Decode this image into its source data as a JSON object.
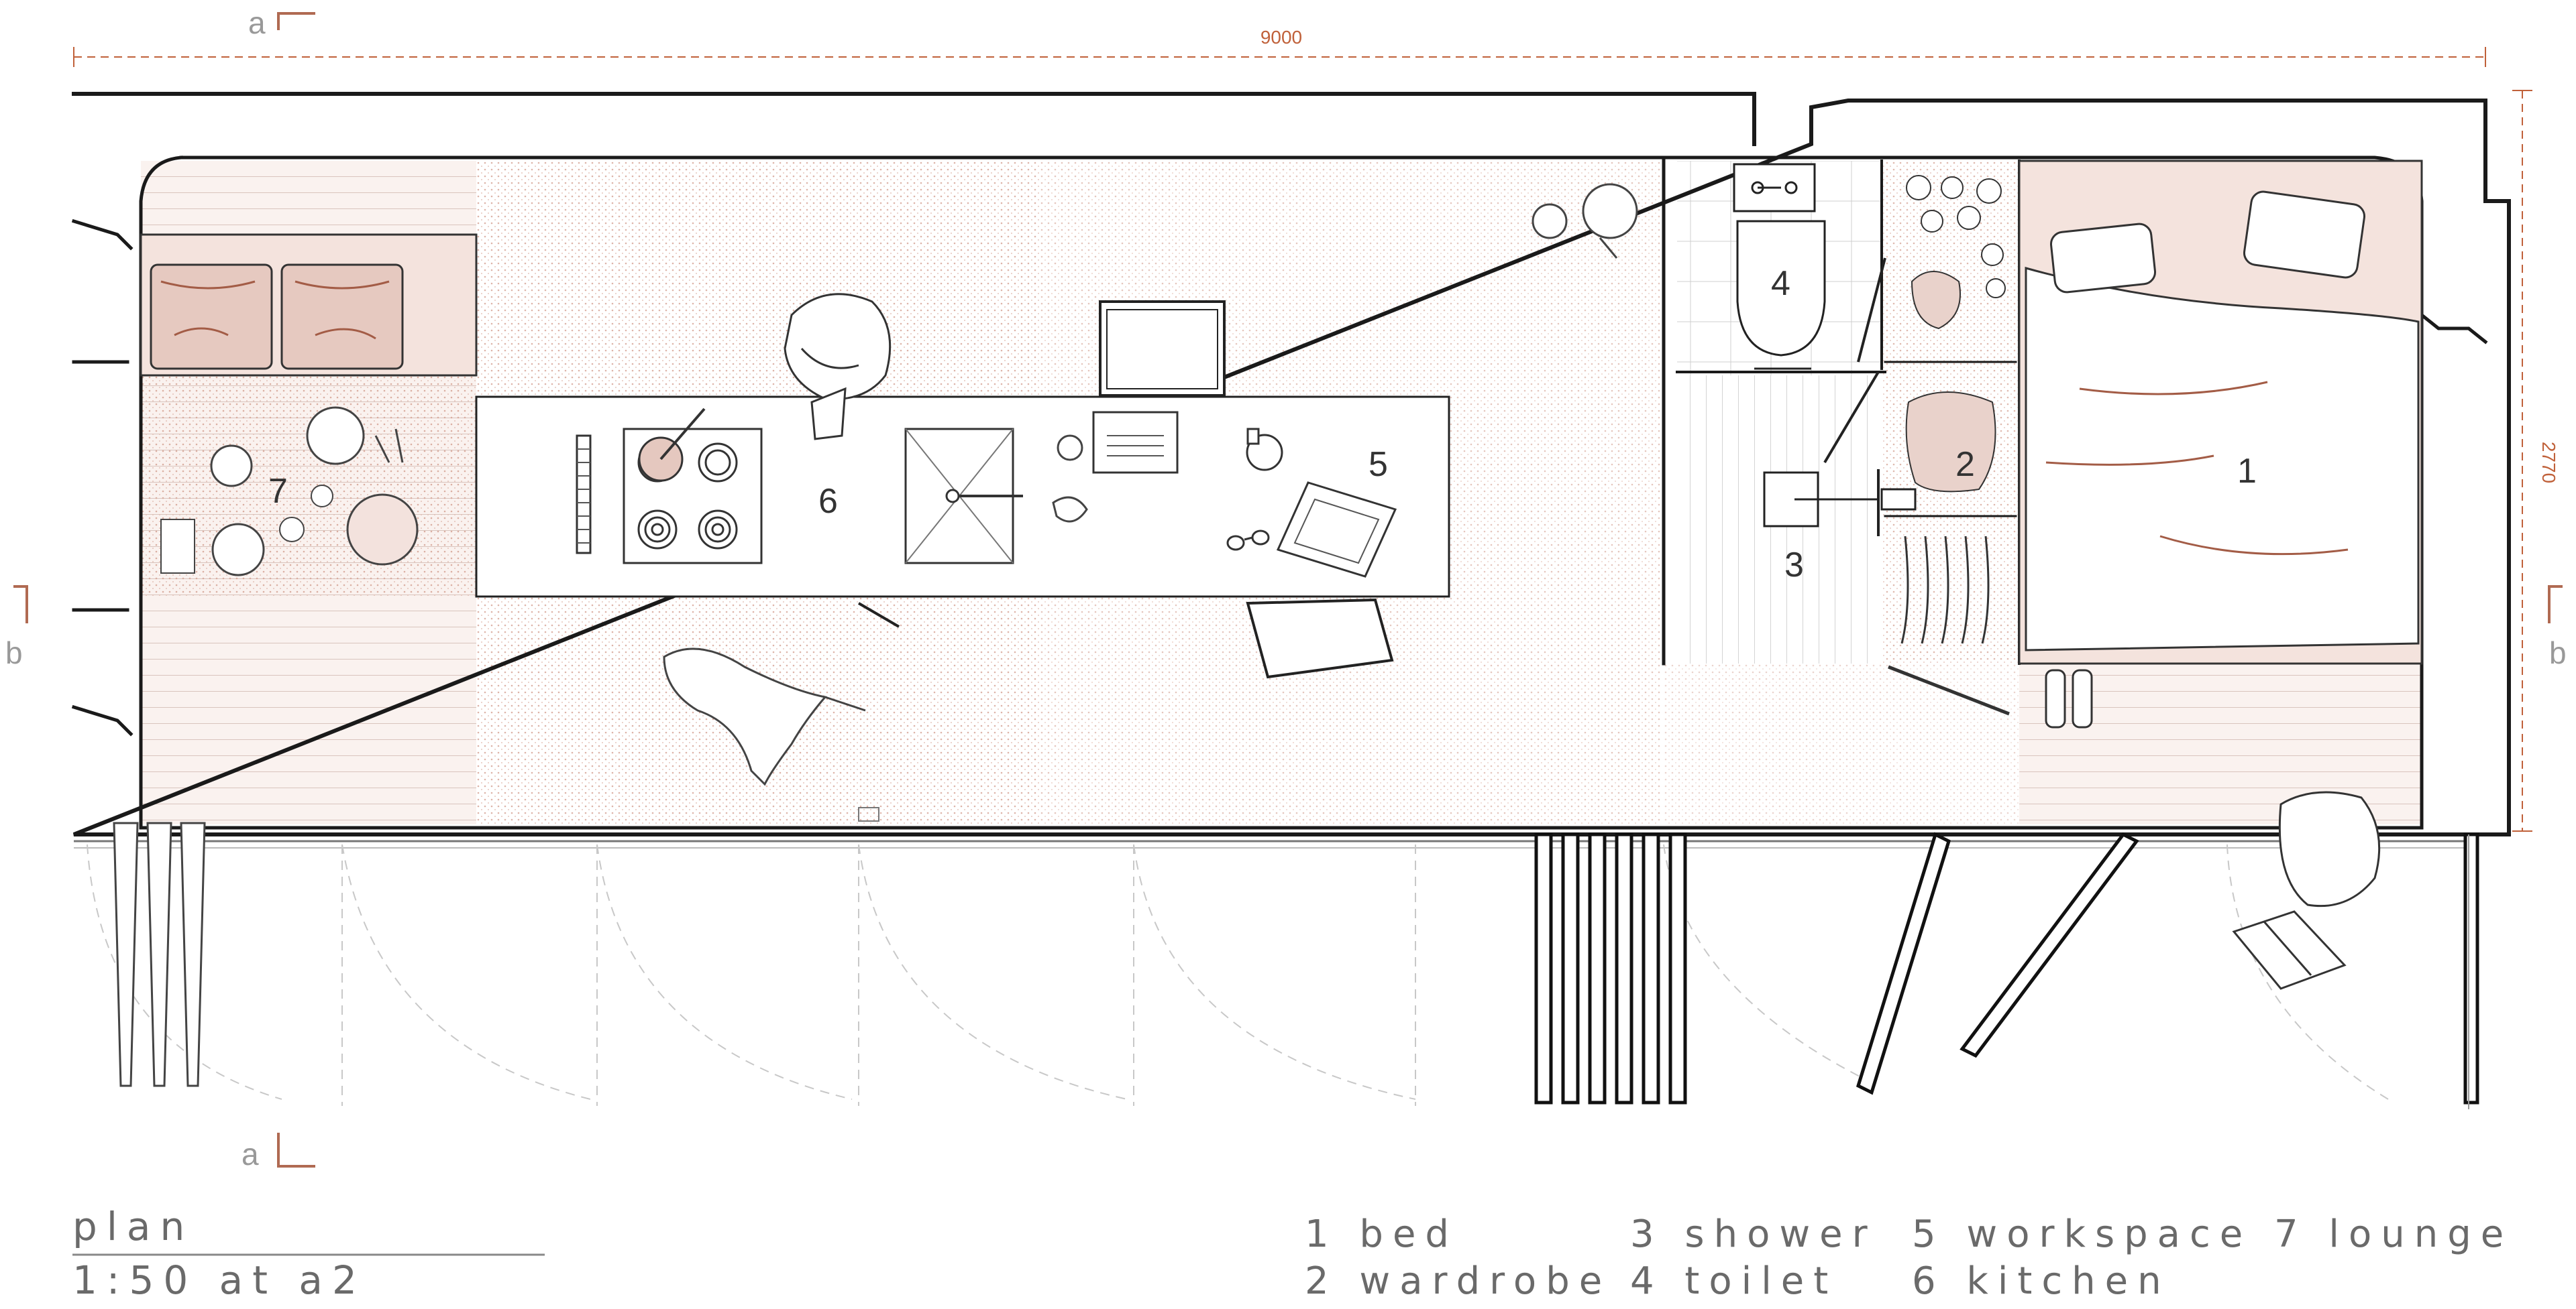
{
  "title": "plan",
  "scale": "1:50 at a2",
  "dimensions": {
    "width": "9000",
    "depth": "2770"
  },
  "section_marks": {
    "a_top": "a",
    "a_bottom": "a",
    "b_left": "b",
    "b_right": "b"
  },
  "room_numbers": {
    "bed": "1",
    "wardrobe": "2",
    "shower": "3",
    "toilet": "4",
    "workspace": "5",
    "kitchen": "6",
    "lounge": "7"
  },
  "legend": [
    {
      "label": "1 bed"
    },
    {
      "label": "2 wardrobe"
    },
    {
      "label": "3 shower"
    },
    {
      "label": "4 toilet"
    },
    {
      "label": "5 workspace"
    },
    {
      "label": "6 kitchen"
    },
    {
      "label": "7 lounge"
    }
  ],
  "colors": {
    "wall": "#1a1a1a",
    "floor_tint": "#f3e2dd",
    "accent": "#c0613a",
    "line": "#555555"
  }
}
